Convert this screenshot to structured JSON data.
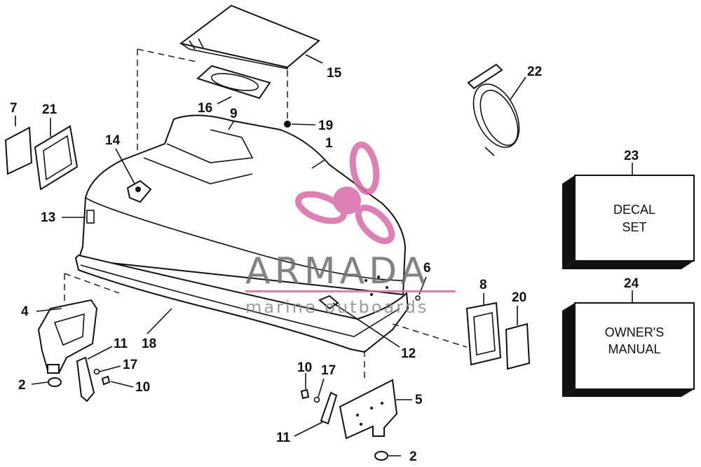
{
  "callouts": [
    "1",
    "2",
    "4",
    "5",
    "6",
    "7",
    "8",
    "9",
    "10",
    "11",
    "12",
    "13",
    "14",
    "15",
    "16",
    "17",
    "18",
    "19",
    "20",
    "21",
    "22",
    "23",
    "24"
  ],
  "boxes": {
    "decal": {
      "number": "23",
      "line1": "DECAL",
      "line2": "SET"
    },
    "manual": {
      "number": "24",
      "line1": "OWNER'S",
      "line2": "MANUAL"
    }
  },
  "watermark": {
    "brand": "ARMADA",
    "tagline": "marine outboards",
    "color": "#d86aa6"
  }
}
